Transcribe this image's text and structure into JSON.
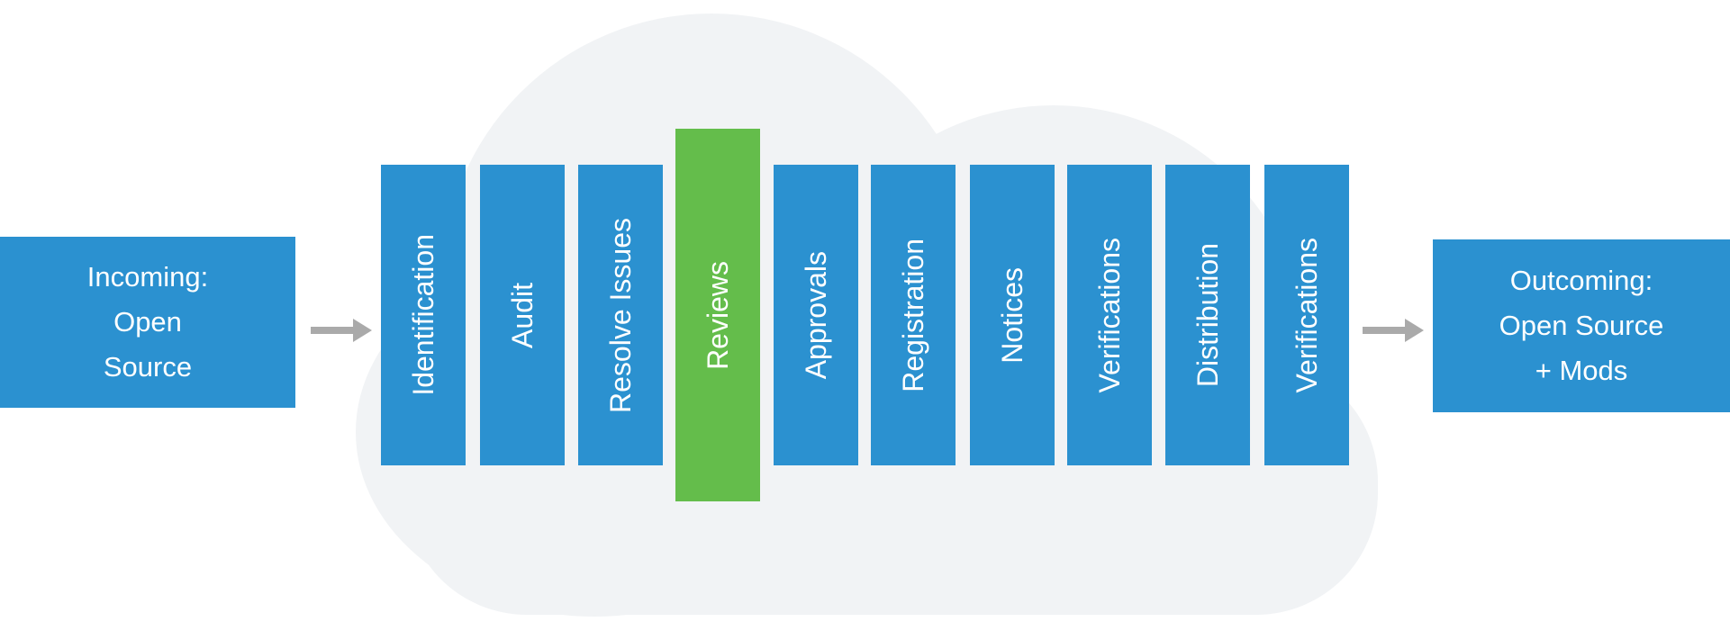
{
  "incoming_box": {
    "line1": "Incoming:",
    "line2": "Open",
    "line3": "Source"
  },
  "outgoing_box": {
    "line1": "Outcoming:",
    "line2": "Open Source",
    "line3": "+ Mods"
  },
  "stages": [
    {
      "label": "Identification",
      "highlighted": false
    },
    {
      "label": "Audit",
      "highlighted": false
    },
    {
      "label": "Resolve Issues",
      "highlighted": false
    },
    {
      "label": "Reviews",
      "highlighted": true
    },
    {
      "label": "Approvals",
      "highlighted": false
    },
    {
      "label": "Registration",
      "highlighted": false
    },
    {
      "label": "Notices",
      "highlighted": false
    },
    {
      "label": "Verifications",
      "highlighted": false
    },
    {
      "label": "Distribution",
      "highlighted": false
    },
    {
      "label": "Verifications",
      "highlighted": false
    }
  ],
  "colors": {
    "stage_blue": "#2B91D0",
    "stage_highlight_green": "#64BD4B",
    "cloud_gray": "#F1F3F5",
    "arrow_gray": "#AAAAAA",
    "text_white": "#FFFFFF"
  }
}
